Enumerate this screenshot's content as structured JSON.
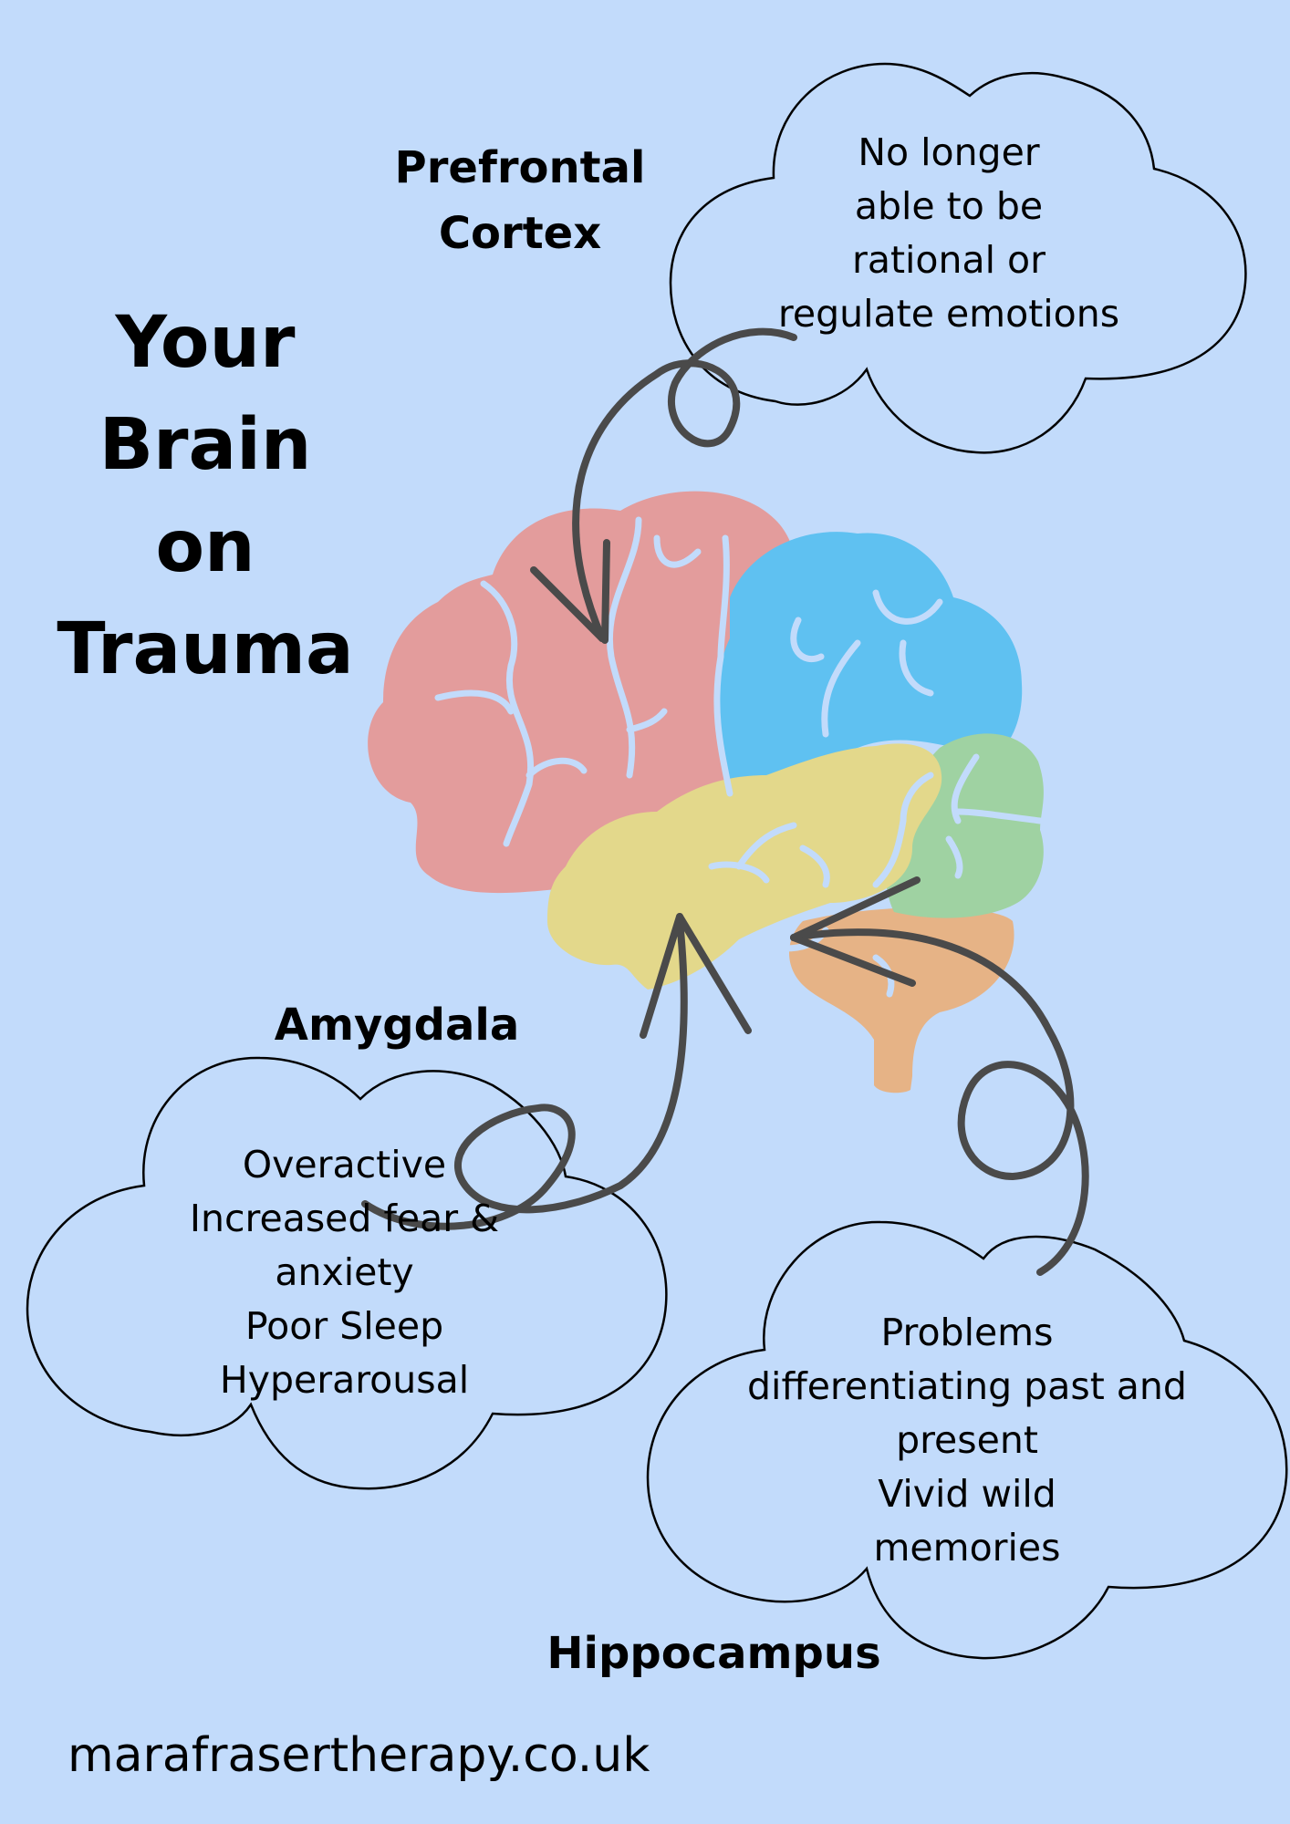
{
  "title": {
    "lines": [
      "Your",
      "Brain",
      "on",
      "Trauma"
    ]
  },
  "labels": {
    "prefrontal": {
      "lines": [
        "Prefrontal",
        "Cortex"
      ]
    },
    "amygdala": "Amygdala",
    "hippocampus": "Hippocampus"
  },
  "clouds": {
    "prefrontal": {
      "lines": [
        "No longer",
        "able to be",
        "rational or",
        "regulate emotions"
      ]
    },
    "amygdala": {
      "lines": [
        "Overactive",
        "Increased fear &",
        "anxiety",
        "Poor Sleep",
        "Hyperarousal"
      ]
    },
    "hippocampus": {
      "lines": [
        "Problems",
        "differentiating past and",
        "present",
        "Vivid wild",
        "memories"
      ]
    }
  },
  "footer": {
    "website": "marafrasertherapy.co.uk"
  },
  "colors": {
    "background": "#c2dbfb",
    "frontal_lobe": "#e39c9c",
    "parietal_lobe": "#5fc1f1",
    "temporal_lobe": "#e3d88b",
    "occipital_lobe": "#9fd2a2",
    "cerebellum": "#e6b386",
    "arrow": "#4a4a4a"
  }
}
